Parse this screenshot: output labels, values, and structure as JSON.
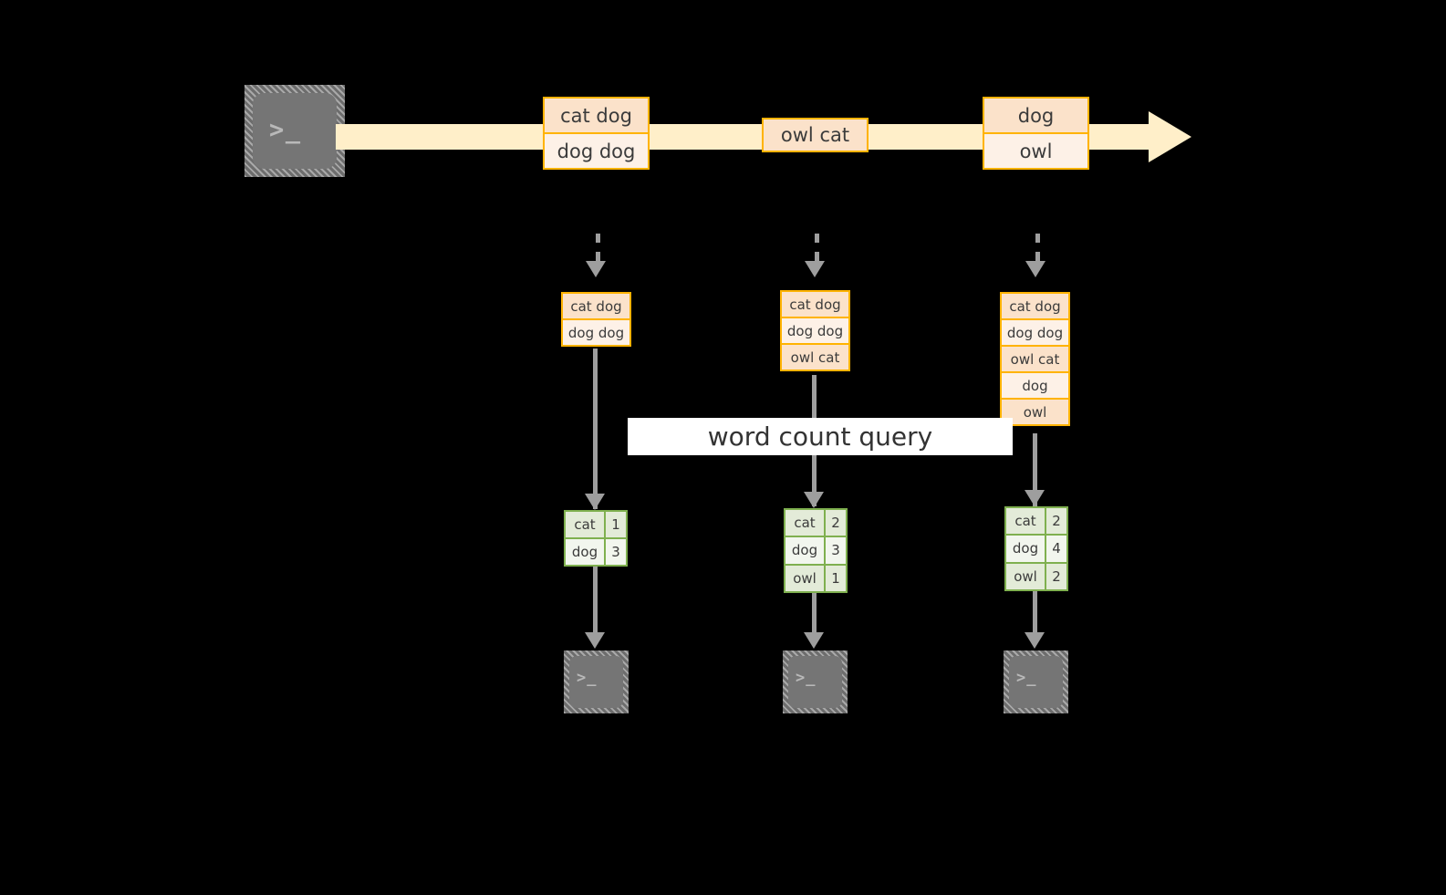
{
  "diagram": {
    "title_label": "word count query",
    "colors": {
      "background": "#000000",
      "stream_band": "#FFEFC9",
      "message_border": "#FFB300",
      "message_fill_dark": "#FBE2CA",
      "message_fill_light": "#FDF1E7",
      "table_border": "#7FB04F",
      "table_fill_dark": "#E3EBD8",
      "table_fill_light": "#F2F6EE",
      "connector": "#9E9E9E",
      "terminal_face": "#757575",
      "label_band": "#FFFFFF"
    }
  },
  "producer": {
    "icon": "terminal-icon",
    "glyph": ">_"
  },
  "stream": {
    "name": "event-stream",
    "messages": [
      {
        "group": 1,
        "lines": [
          {
            "text": "cat dog",
            "shade": "dark"
          },
          {
            "text": "dog dog",
            "shade": "light"
          }
        ]
      },
      {
        "group": 2,
        "lines": [
          {
            "text": "owl cat",
            "shade": "dark"
          }
        ]
      },
      {
        "group": 3,
        "lines": [
          {
            "text": "dog",
            "shade": "dark"
          },
          {
            "text": "owl",
            "shade": "light"
          }
        ]
      }
    ]
  },
  "snapshots": [
    {
      "id": "snapshot-1",
      "messages": [
        {
          "text": "cat dog",
          "shade": "dark"
        },
        {
          "text": "dog dog",
          "shade": "light"
        }
      ],
      "result": {
        "rows": [
          {
            "word": "cat",
            "count": "1",
            "shade": "base"
          },
          {
            "word": "dog",
            "count": "3",
            "shade": "alt"
          }
        ]
      },
      "consumer": {
        "icon": "terminal-icon",
        "glyph": ">_"
      }
    },
    {
      "id": "snapshot-2",
      "messages": [
        {
          "text": "cat dog",
          "shade": "dark"
        },
        {
          "text": "dog dog",
          "shade": "light"
        },
        {
          "text": "owl cat",
          "shade": "dark"
        }
      ],
      "result": {
        "rows": [
          {
            "word": "cat",
            "count": "2",
            "shade": "base"
          },
          {
            "word": "dog",
            "count": "3",
            "shade": "alt"
          },
          {
            "word": "owl",
            "count": "1",
            "shade": "base"
          }
        ]
      },
      "consumer": {
        "icon": "terminal-icon",
        "glyph": ">_"
      }
    },
    {
      "id": "snapshot-3",
      "messages": [
        {
          "text": "cat dog",
          "shade": "dark"
        },
        {
          "text": "dog dog",
          "shade": "light"
        },
        {
          "text": "owl cat",
          "shade": "dark"
        },
        {
          "text": "dog",
          "shade": "light"
        },
        {
          "text": "owl",
          "shade": "dark"
        }
      ],
      "result": {
        "rows": [
          {
            "word": "cat",
            "count": "2",
            "shade": "base"
          },
          {
            "word": "dog",
            "count": "4",
            "shade": "alt"
          },
          {
            "word": "owl",
            "count": "2",
            "shade": "base"
          }
        ]
      },
      "consumer": {
        "icon": "terminal-icon",
        "glyph": ">_"
      }
    }
  ]
}
